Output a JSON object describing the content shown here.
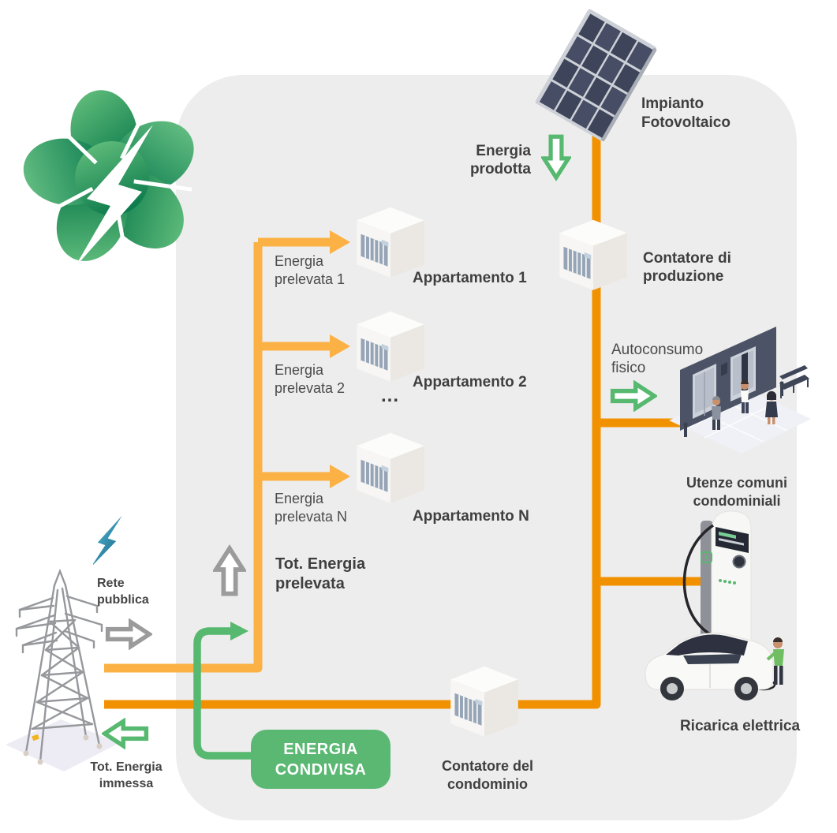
{
  "logo": {
    "name": "energy-community-logo"
  },
  "solar": {
    "label": "Impianto\nFotovoltaico"
  },
  "flows": {
    "energia_prodotta": "Energia\nprodotta",
    "autoconsumo": "Autoconsumo\nfisico",
    "tot_prelevata": "Tot. Energia\nprelevata",
    "rete_pubblica": "Rete\npubblica",
    "tot_immessa": "Tot. Energia\nimmessa",
    "energia_condivisa": "ENERGIA\nCONDIVISA"
  },
  "meters": {
    "produzione": "Contatore di\nproduzione",
    "condominio": "Contatore del\ncondominio"
  },
  "apartments": [
    {
      "label": "Appartamento 1",
      "flow": "Energia\nprelevata 1"
    },
    {
      "label": "Appartamento 2",
      "flow": "Energia\nprelevata 2"
    },
    {
      "label": "Appartamento N",
      "flow": "Energia\nprelevata N"
    }
  ],
  "ellipsis": "...",
  "loads": {
    "utenze": "Utenze comuni\ncondominiali",
    "ricarica": "Ricarica elettrica"
  },
  "colors": {
    "orange_light": "#FBB143",
    "orange_dark": "#F29100",
    "green": "#57B86F",
    "green_box": "#5BB873",
    "gray_arrow": "#9B9B9B",
    "blue_bolt": "#2E8FB0",
    "card_bg": "#EDEDED",
    "text_dark": "#3F3F3F"
  }
}
